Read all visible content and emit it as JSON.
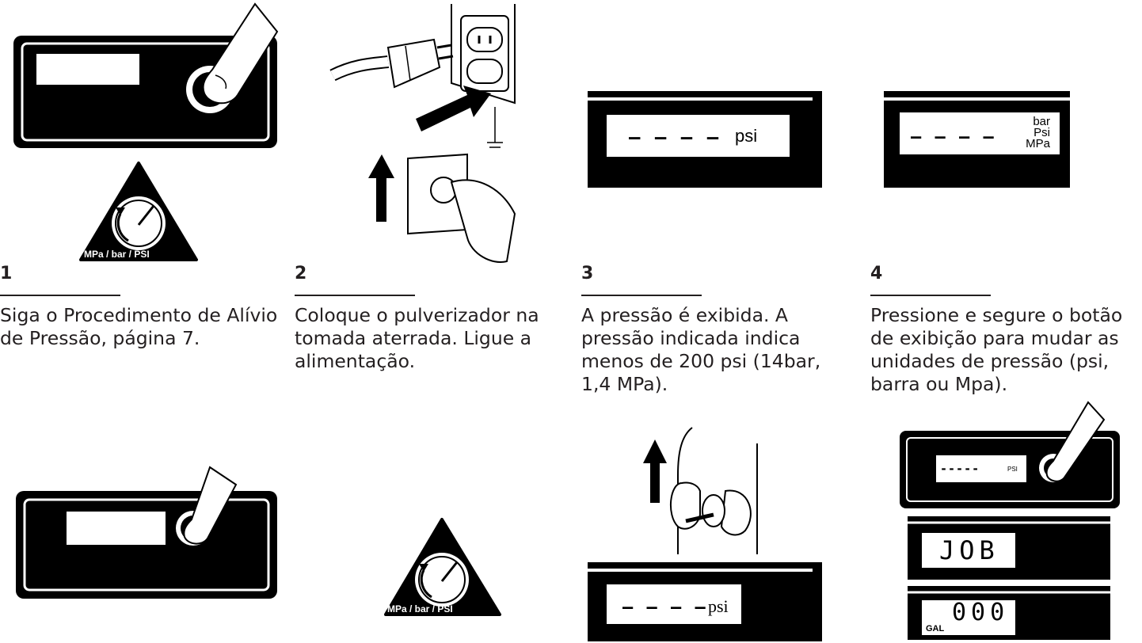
{
  "steps": [
    {
      "number": "1",
      "text": "Siga o Procedimento de Alívio de Pressão, página 7."
    },
    {
      "number": "2",
      "text": "Coloque o pulverizador na tomada aterrada. Ligue a alimentação."
    },
    {
      "number": "3",
      "text": "A pressão é exibida. A pressão indicada indica menos de 200 psi (14bar, 1,4 MPa)."
    },
    {
      "number": "4",
      "text": "Pressione e segure o botão de exibição para mudar as unidades de pressão (psi, barra ou Mpa)."
    }
  ],
  "labels": {
    "triangle": "MPa / bar / PSI",
    "dashes4": "– – – –",
    "dashes5": "-----",
    "psi": "psi",
    "psi_small": "PSI",
    "units": [
      "bar",
      "Psi",
      "MPa"
    ],
    "job": "JOB",
    "gal_digits": "000",
    "gal": "GAL"
  },
  "colors": {
    "ink": "#231f20",
    "panel": "#000000",
    "paper": "#ffffff"
  }
}
